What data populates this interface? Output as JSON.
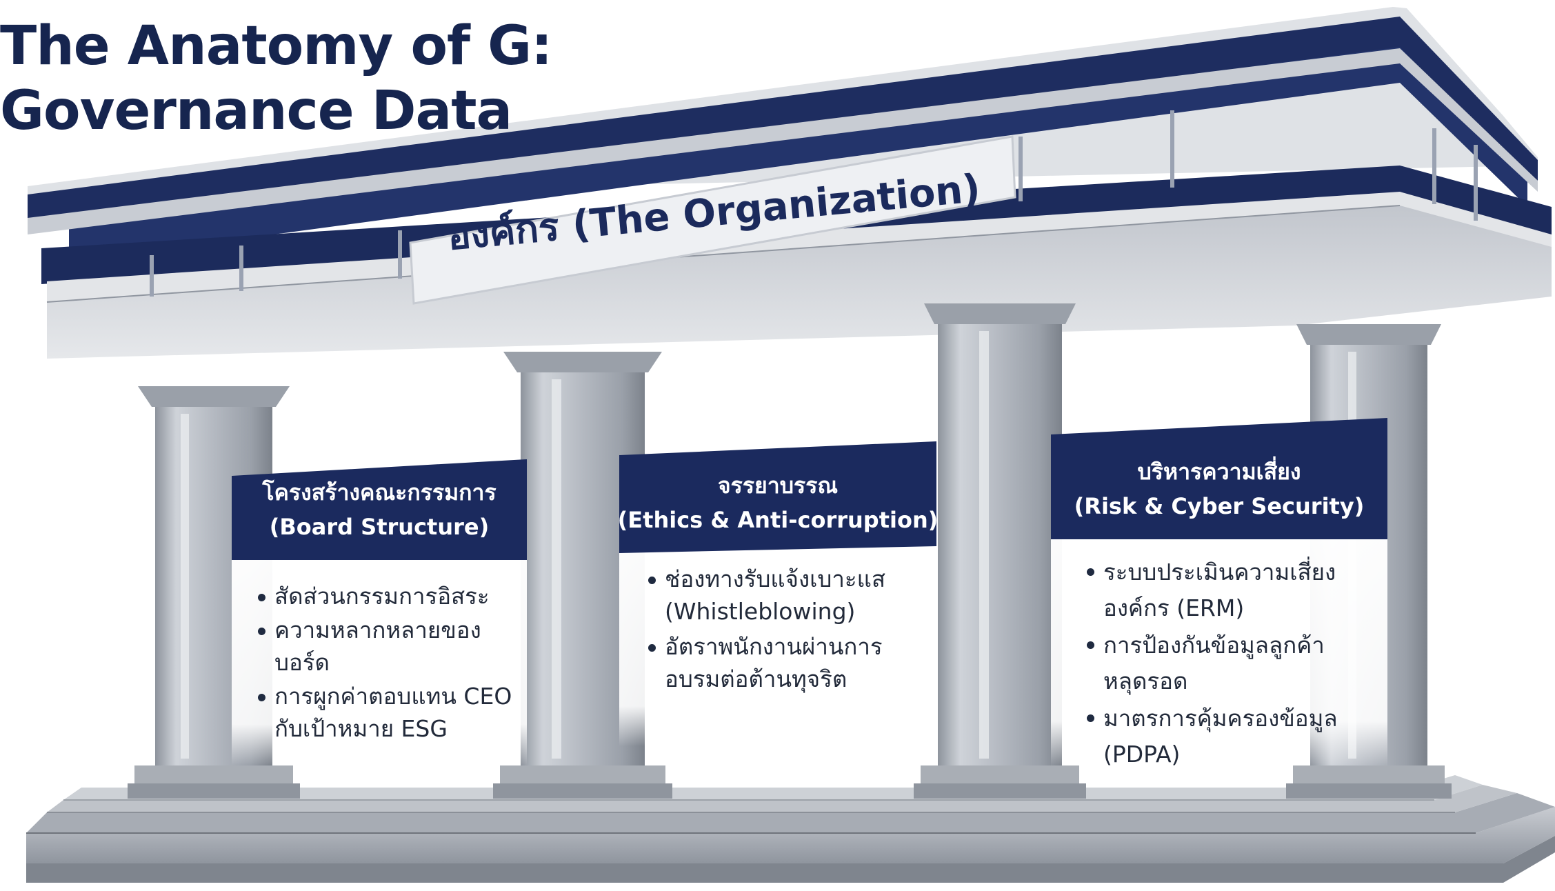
{
  "title": {
    "line1": "The Anatomy of G:",
    "line2": "Governance Data"
  },
  "roof_sign": "องค์กร (The Organization)",
  "pillars": [
    {
      "title_th": "โครงสร้างคณะกรรมการ",
      "title_en": "(Board Structure)",
      "items": [
        "สัดส่วนกรรมการอิสระ",
        "ความหลากหลายของ\nบอร์ด",
        "การผูกค่าตอบแทน CEO\nกับเป้าหมาย ESG"
      ]
    },
    {
      "title_th": "จรรยาบรรณ",
      "title_en": "(Ethics & Anti-corruption)",
      "items": [
        "ช่องทางรับแจ้งเบาะแส\n(Whistleblowing)",
        "อัตราพนักงานผ่านการ\nอบรมต่อต้านทุจริต"
      ]
    },
    {
      "title_th": "บริหารความเสี่ยง",
      "title_en": "(Risk & Cyber Security)",
      "items": [
        "ระบบประเมินความเสี่ยง\nองค์กร (ERM)",
        "การป้องกันข้อมูลลูกค้า\nหลุดรอด",
        "มาตรการคุ้มครองข้อมูล\n(PDPA)"
      ]
    }
  ],
  "colors": {
    "navy": "#1a2a5e",
    "stone": "#b9bec7",
    "title": "#16254f"
  }
}
